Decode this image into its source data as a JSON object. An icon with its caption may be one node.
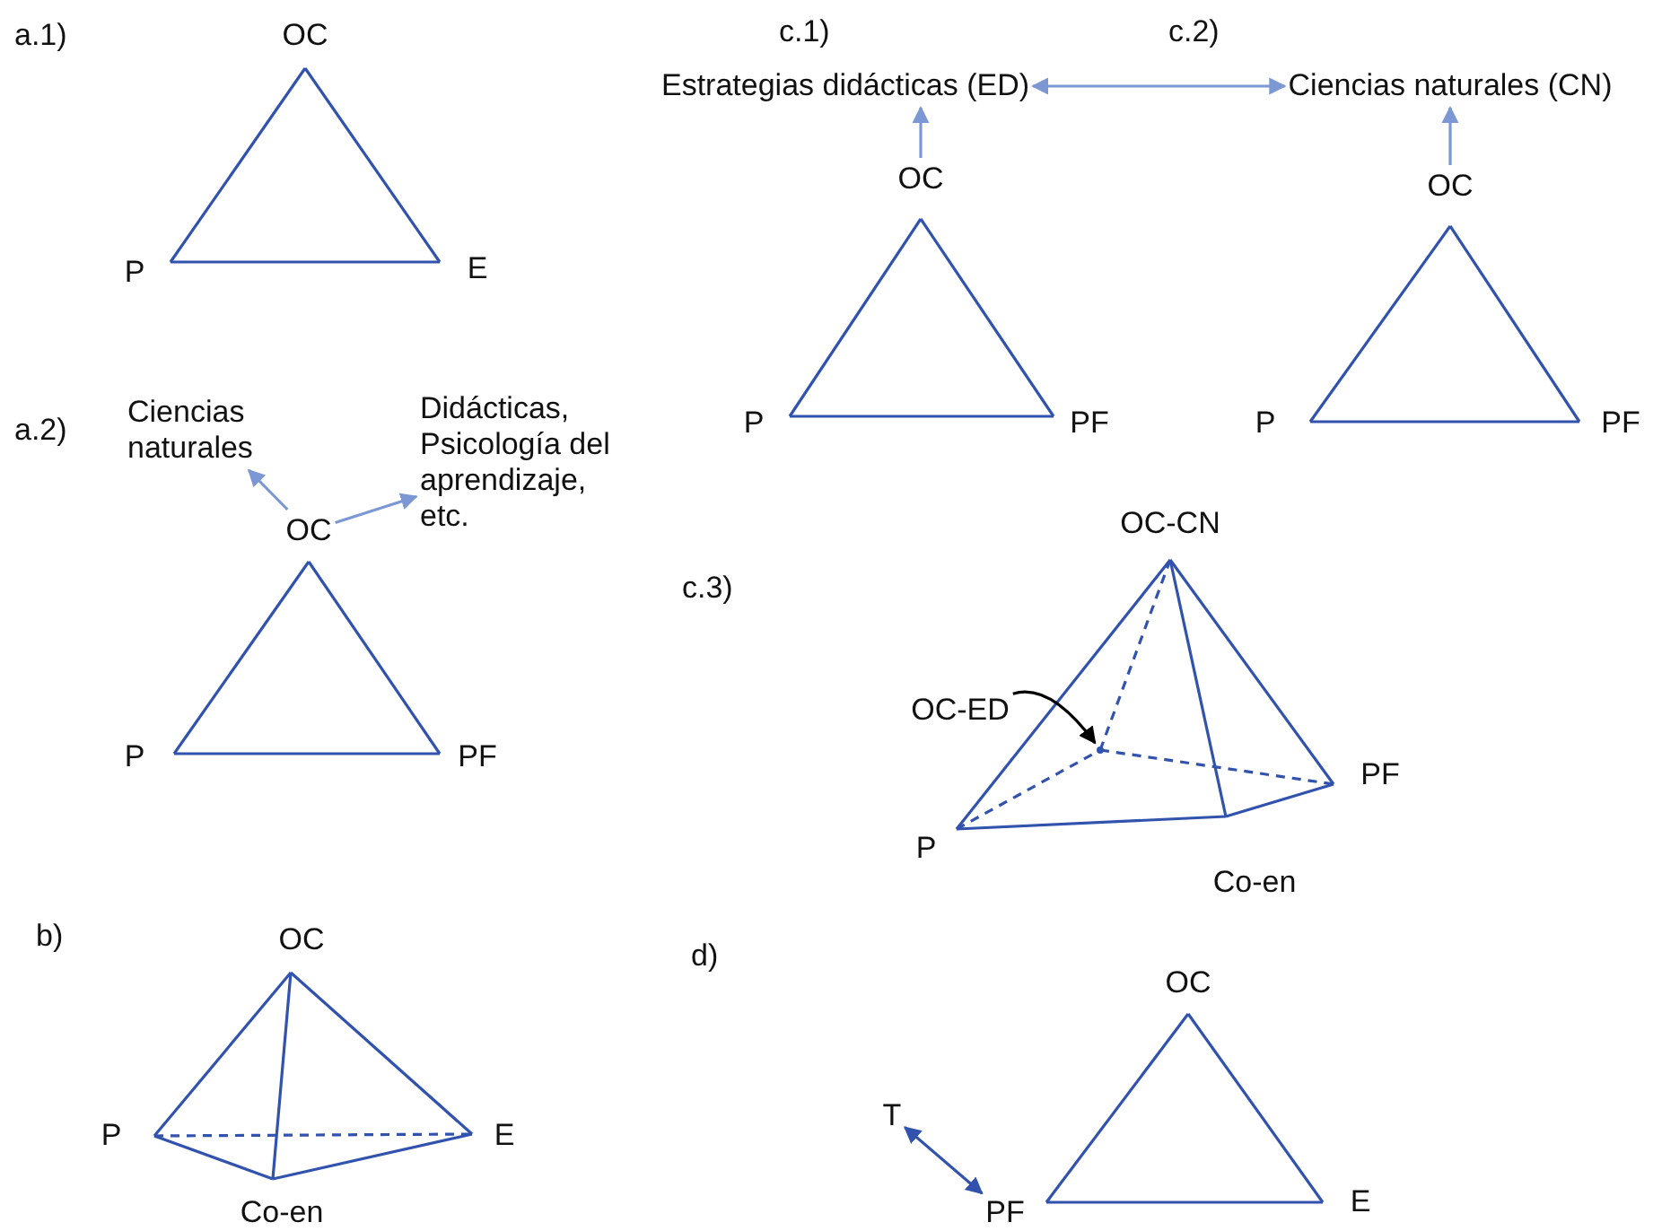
{
  "diagram": {
    "nodes": [
      {
        "text": [
          "OC"
        ]
      },
      {
        "text": [
          "P"
        ]
      },
      {
        "text": [
          "E"
        ]
      },
      {
        "text": [
          "Ciencias naturales"
        ]
      },
      {
        "text": [
          "Didácticas, Psicología del aprendizaje, etc."
        ]
      },
      {
        "text": [
          "OC"
        ]
      },
      {
        "text": [
          "P"
        ]
      },
      {
        "text": [
          "PF"
        ]
      },
      {
        "text": [
          "OC"
        ]
      },
      {
        "text": [
          "P"
        ]
      },
      {
        "text": [
          "E"
        ]
      },
      {
        "text": [
          "Co-en"
        ]
      },
      {
        "text": [
          "Estrategias didácticas (ED)"
        ]
      },
      {
        "text": [
          "OC"
        ]
      },
      {
        "text": [
          "P"
        ]
      },
      {
        "text": [
          "PF"
        ]
      },
      {
        "text": [
          "Ciencias naturales (CN)"
        ]
      },
      {
        "text": [
          "OC"
        ]
      },
      {
        "text": [
          "P"
        ]
      },
      {
        "text": [
          "PF"
        ]
      },
      {
        "text": [
          "OC-CN"
        ]
      },
      {
        "text": [
          "OC-ED"
        ]
      },
      {
        "text": [],
        "shape": "point"
      },
      {
        "text": [
          "PF"
        ]
      },
      {
        "text": [
          "P"
        ]
      },
      {
        "text": [
          "Co-en"
        ]
      },
      {
        "text": [
          "T"
        ]
      },
      {
        "text": [
          "OC"
        ]
      },
      {
        "text": [
          "PF"
        ]
      },
      {
        "text": [
          "E"
        ]
      }
    ],
    "edges": [
      {
        "from": 0,
        "to": 1,
        "arrow": "none"
      },
      {
        "from": 1,
        "to": 2,
        "arrow": "none"
      },
      {
        "from": 2,
        "to": 0,
        "arrow": "none"
      },
      {
        "from": 5,
        "to": 3,
        "arrow": "to",
        "color": "#7b98d4"
      },
      {
        "from": 5,
        "to": 4,
        "arrow": "to",
        "color": "#7b98d4"
      },
      {
        "from": 5,
        "to": 6,
        "arrow": "none"
      },
      {
        "from": 6,
        "to": 7,
        "arrow": "none"
      },
      {
        "from": 7,
        "to": 5,
        "arrow": "none"
      },
      {
        "from": 8,
        "to": 9,
        "arrow": "none"
      },
      {
        "from": 8,
        "to": 10,
        "arrow": "none"
      },
      {
        "from": 8,
        "to": 11,
        "arrow": "none"
      },
      {
        "from": 9,
        "to": 11,
        "arrow": "none"
      },
      {
        "from": 11,
        "to": 10,
        "arrow": "none"
      },
      {
        "from": 9,
        "to": 10,
        "arrow": "none",
        "style": "dashed"
      },
      {
        "from": 13,
        "to": 12,
        "arrow": "to",
        "color": "#7b98d4"
      },
      {
        "from": 12,
        "to": 16,
        "arrow": "both",
        "color": "#7b98d4"
      },
      {
        "from": 13,
        "to": 14,
        "arrow": "none"
      },
      {
        "from": 14,
        "to": 15,
        "arrow": "none"
      },
      {
        "from": 15,
        "to": 13,
        "arrow": "none"
      },
      {
        "from": 17,
        "to": 16,
        "arrow": "to",
        "color": "#7b98d4"
      },
      {
        "from": 17,
        "to": 18,
        "arrow": "none"
      },
      {
        "from": 18,
        "to": 19,
        "arrow": "none"
      },
      {
        "from": 19,
        "to": 17,
        "arrow": "none"
      },
      {
        "from": 20,
        "to": 24,
        "arrow": "none"
      },
      {
        "from": 20,
        "to": 25,
        "arrow": "none"
      },
      {
        "from": 20,
        "to": 23,
        "arrow": "none"
      },
      {
        "from": 20,
        "to": 22,
        "arrow": "none",
        "style": "dashed"
      },
      {
        "from": 24,
        "to": 25,
        "arrow": "none"
      },
      {
        "from": 25,
        "to": 23,
        "arrow": "none"
      },
      {
        "from": 24,
        "to": 22,
        "arrow": "none",
        "style": "dashed"
      },
      {
        "from": 22,
        "to": 23,
        "arrow": "none",
        "style": "dashed"
      },
      {
        "from": 21,
        "to": 22,
        "arrow": "to",
        "color": "#000000"
      },
      {
        "from": 26,
        "to": 28,
        "arrow": "both"
      },
      {
        "from": 27,
        "to": 28,
        "arrow": "none"
      },
      {
        "from": 28,
        "to": 29,
        "arrow": "none"
      },
      {
        "from": 29,
        "to": 27,
        "arrow": "none"
      }
    ],
    "labels": [
      "a.1)",
      "a.2)",
      "b)",
      "c.1)",
      "c.2)",
      "c.3)",
      "d)"
    ]
  }
}
